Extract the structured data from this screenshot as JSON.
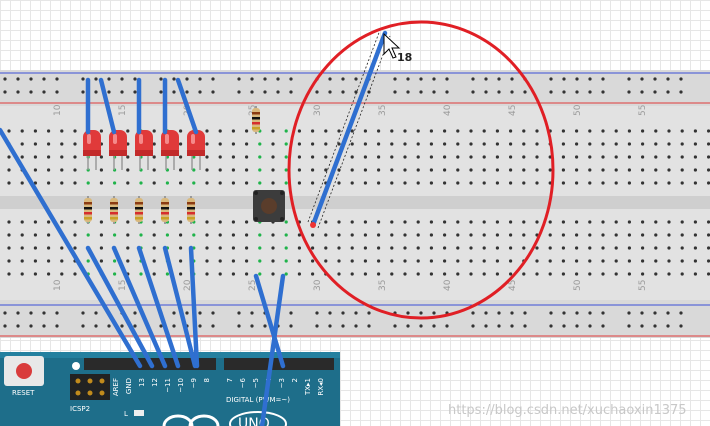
{
  "breadboard": {
    "column_labels": [
      "10",
      "15",
      "20",
      "25",
      "30",
      "35",
      "40",
      "45",
      "50",
      "55"
    ],
    "colors": {
      "board": "#e2e2e2",
      "hole": "#333333",
      "green_hole": "#1fb34a",
      "red_rail": "#e03a3a",
      "blue_rail": "#3a4fd8"
    }
  },
  "cursor": {
    "label": "18"
  },
  "arduino": {
    "reset_label": "RESET",
    "icsp_label": "ICSP2",
    "l_label": "L",
    "digital_label": "DIGITAL (PWM=~)",
    "logo_text": "UNO",
    "header_pins": [
      "AREF",
      "GND",
      "13",
      "12",
      "~11",
      "~10",
      "~9",
      "8",
      "7",
      "~6",
      "~5",
      "4",
      "~3",
      "2",
      "TX▸1",
      "RX◂0"
    ],
    "colors": {
      "board": "#1e6e8a",
      "reset": "#d93c3c"
    }
  },
  "highlight": {
    "color": "#e01f25"
  },
  "wire_color": "#2f6fd0",
  "watermark": "https://blog.csdn.net/xuchaoxin1375"
}
